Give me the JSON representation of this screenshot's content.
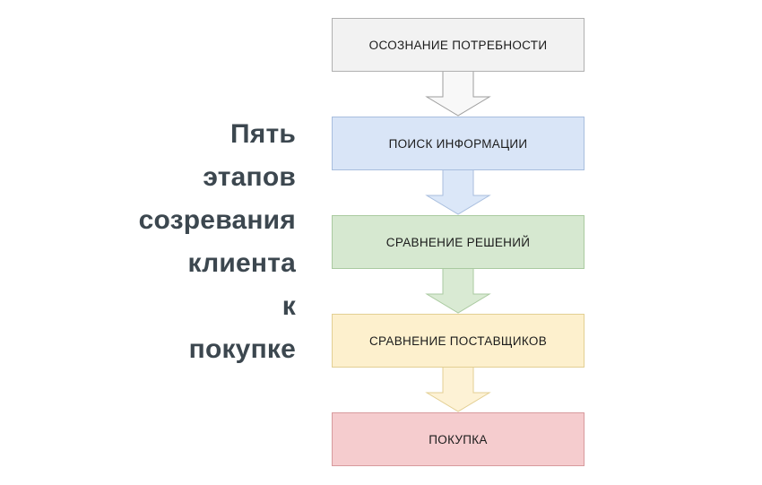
{
  "diagram": {
    "type": "vertical-flow",
    "title_lines": [
      "Пять",
      "этапов",
      "созревания",
      "клиента",
      "к",
      "покупке"
    ],
    "title_full": "Пять этапов созревания клиента к покупке",
    "title_color": "#3c474f",
    "background_color": "#ffffff",
    "stages": [
      {
        "index": 1,
        "label": "ОСОЗНАНИЕ ПОТРЕБНОСТИ",
        "fill": "#f2f2f2",
        "stroke": "#b0b0b0"
      },
      {
        "index": 2,
        "label": "ПОИСК ИНФОРМАЦИИ",
        "fill": "#d9e5f7",
        "stroke": "#a8bede"
      },
      {
        "index": 3,
        "label": "СРАВНЕНИЕ РЕШЕНИЙ",
        "fill": "#d6e8d0",
        "stroke": "#aacaa0"
      },
      {
        "index": 4,
        "label": "СРАВНЕНИЕ ПОСТАВЩИКОВ",
        "fill": "#fdf0cd",
        "stroke": "#e3cf93"
      },
      {
        "index": 5,
        "label": "ПОКУПКА",
        "fill": "#f5ccce",
        "stroke": "#d79a9d"
      }
    ],
    "connectors": [
      {
        "from": 1,
        "to": 2,
        "icon": "down-arrow-icon",
        "fill": "#f8f8f8",
        "stroke": "#9e9e9e"
      },
      {
        "from": 2,
        "to": 3,
        "icon": "down-arrow-icon",
        "fill": "#dbe7f8",
        "stroke": "#a8bede"
      },
      {
        "from": 3,
        "to": 4,
        "icon": "down-arrow-icon",
        "fill": "#d9ead3",
        "stroke": "#aacaa0"
      },
      {
        "from": 4,
        "to": 5,
        "icon": "down-arrow-icon",
        "fill": "#fdf2d5",
        "stroke": "#e3cf93"
      }
    ]
  }
}
